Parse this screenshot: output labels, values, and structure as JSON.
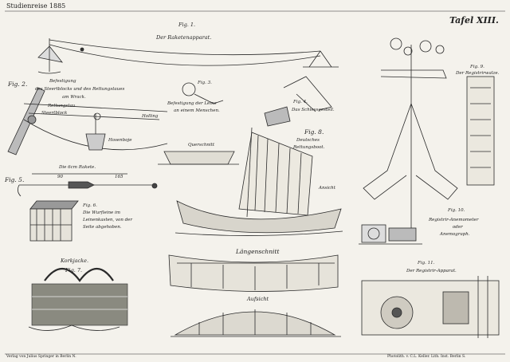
{
  "header": {
    "series_title": "Studienreise 1885",
    "plate_title": "Tafel XIII."
  },
  "labels": {
    "fig1": "Fig. 1.",
    "fig1_caption": "Der Raketenapparat.",
    "fig2": "Fig. 2.",
    "fig2_caption": [
      "Befestigung",
      "des Steertblocks und des Rettungstaues",
      "am Wrack."
    ],
    "fig3": "Fig. 3.",
    "fig3_caption": [
      "Befestigung der Leine",
      "an einem Menschen."
    ],
    "fig4": "Fig. 4.",
    "fig4_caption": "Das Schiessgestell.",
    "fig5": "Fig. 5.",
    "fig5_caption": "Die 6cm Rakete.",
    "fig6": "Fig. 6.",
    "fig6_caption": [
      "Die Wurfleine im",
      "Leinenkasten, von der",
      "Seite abgehoben."
    ],
    "fig7": "Fig. 7.",
    "fig7_caption": "Korkjacke.",
    "fig8": "Fig. 8.",
    "fig8_caption": [
      "Deutsches",
      "Rettungsboot."
    ],
    "fig9": "Fig. 9.",
    "fig9_caption": "Der Registrirwalze.",
    "fig10": "Fig. 10.",
    "fig10_caption": [
      "Registrir-Anemometer",
      "oder",
      "Anemograph."
    ],
    "fig11": "Fig. 11.",
    "fig11_caption": "Der Registrir-Apparat.",
    "querschnitt": "Querschnitt",
    "ansicht_side": "Ansicht",
    "laengenschnitt": "Längenschnitt",
    "aufsicht": "Aufsicht",
    "rettungstau": "Rettungstau",
    "steertblock": "Steertblock",
    "holling": "Holling",
    "hosenboje": "Hosenboje",
    "dim_90": "90",
    "dim_165": "165"
  },
  "footer": {
    "left": "Verlag von Julius Springer in Berlin N.",
    "right": "Photolith. v. C.L. Keller. Lith. Inst. Berlin S."
  }
}
